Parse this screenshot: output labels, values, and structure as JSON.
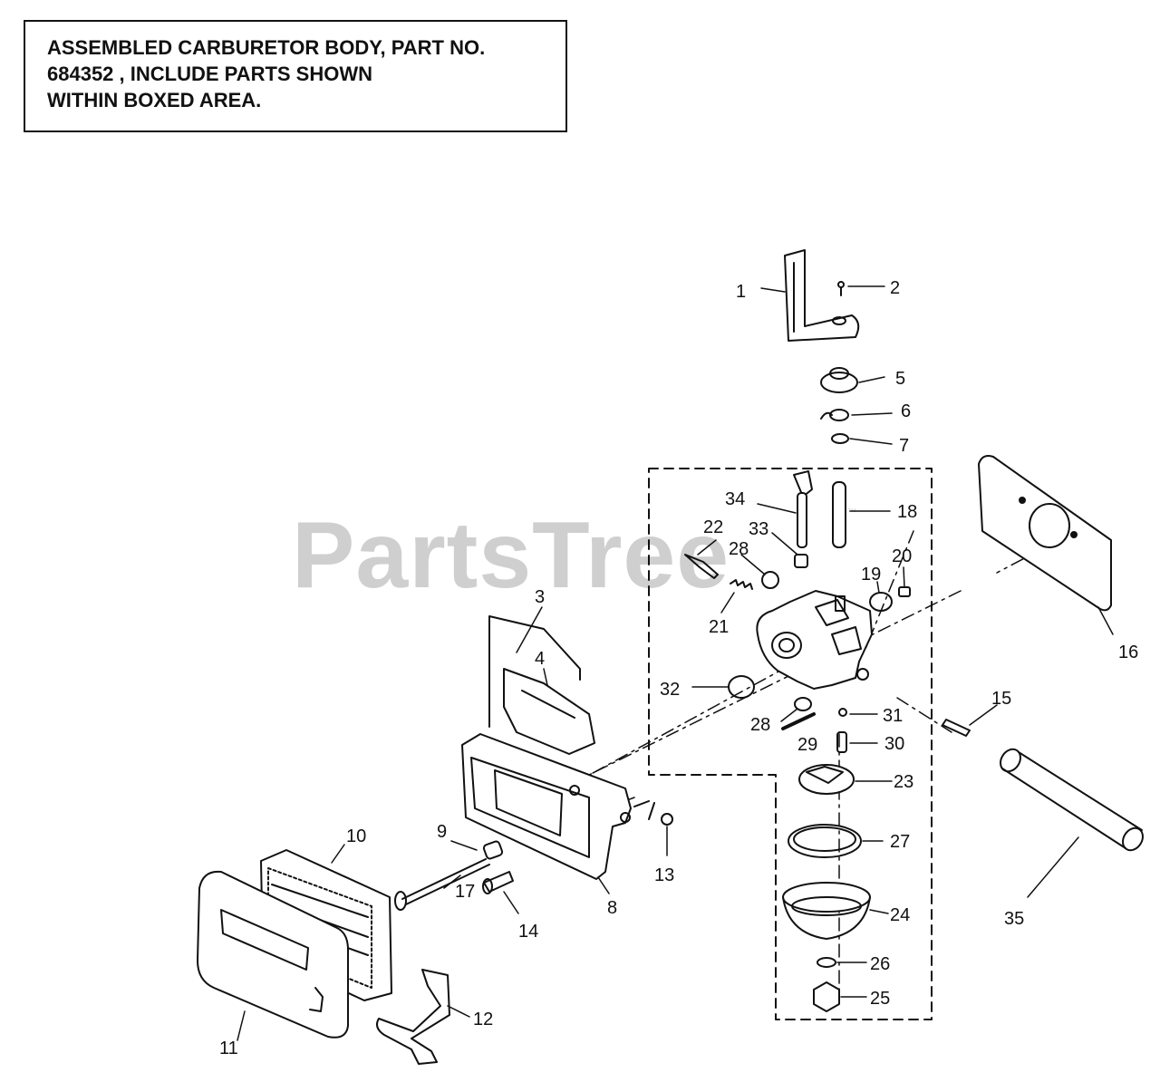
{
  "note": {
    "lines": [
      "ASSEMBLED CARBURETOR BODY, PART NO.",
      "684352 , INCLUDE PARTS SHOWN",
      "WITHIN BOXED AREA."
    ]
  },
  "watermark": {
    "text": "PartsTree",
    "trademark": "™"
  },
  "callouts": [
    "1",
    "2",
    "5",
    "6",
    "7",
    "18",
    "34",
    "22",
    "33",
    "28",
    "20",
    "19",
    "21",
    "3",
    "4",
    "32",
    "16",
    "31",
    "15",
    "28",
    "29",
    "30",
    "23",
    "27",
    "10",
    "9",
    "13",
    "8",
    "17",
    "14",
    "24",
    "35",
    "26",
    "25",
    "12",
    "11"
  ]
}
